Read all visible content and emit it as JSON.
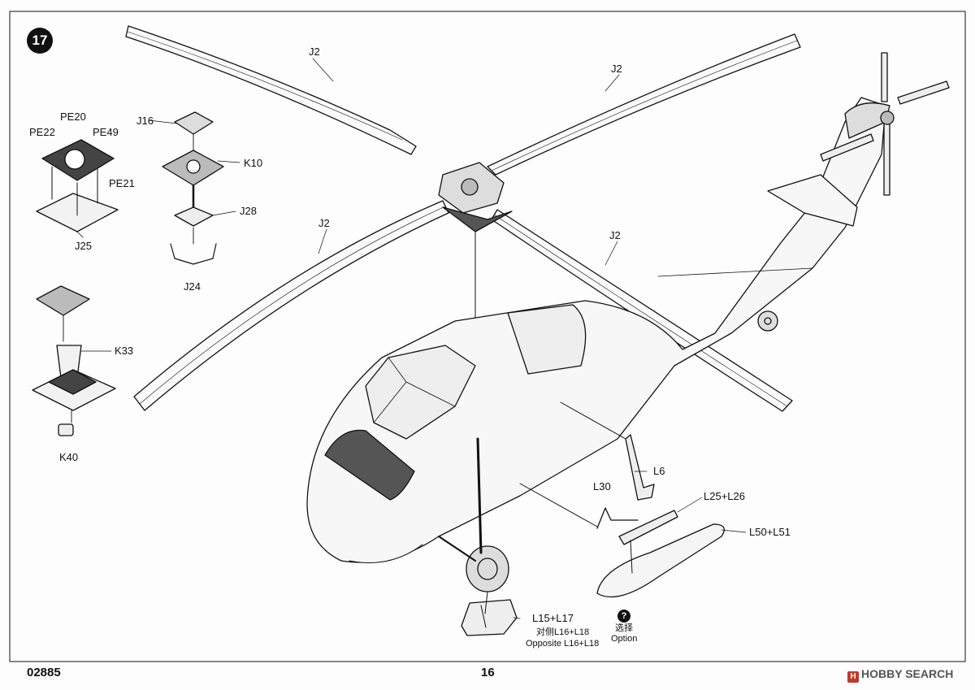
{
  "step": {
    "number": "17"
  },
  "footer": {
    "code": "02885",
    "page": "16",
    "watermark": "HOBBY SEARCH"
  },
  "parts": {
    "pe20": "PE20",
    "pe22": "PE22",
    "pe49": "PE49",
    "pe21": "PE21",
    "j25": "J25",
    "j16": "J16",
    "k10": "K10",
    "j28": "J28",
    "j24": "J24",
    "k33": "K33",
    "k40": "K40",
    "j2_a": "J2",
    "j2_b": "J2",
    "j2_c": "J2",
    "j2_d": "J2",
    "l6": "L6",
    "l30": "L30",
    "l25_l26": "L25+L26",
    "l50_l51": "L50+L51",
    "l15_l17": "L15+L17"
  },
  "notes": {
    "opposite_cn": "对侧L16+L18",
    "opposite_en": "Opposite L16+L18",
    "option_cn": "选择",
    "option_en": "Option",
    "option_mark": "?"
  },
  "colors": {
    "ink": "#111111",
    "paper": "#fdfdfd",
    "watermark_mark": "#c0392b"
  }
}
